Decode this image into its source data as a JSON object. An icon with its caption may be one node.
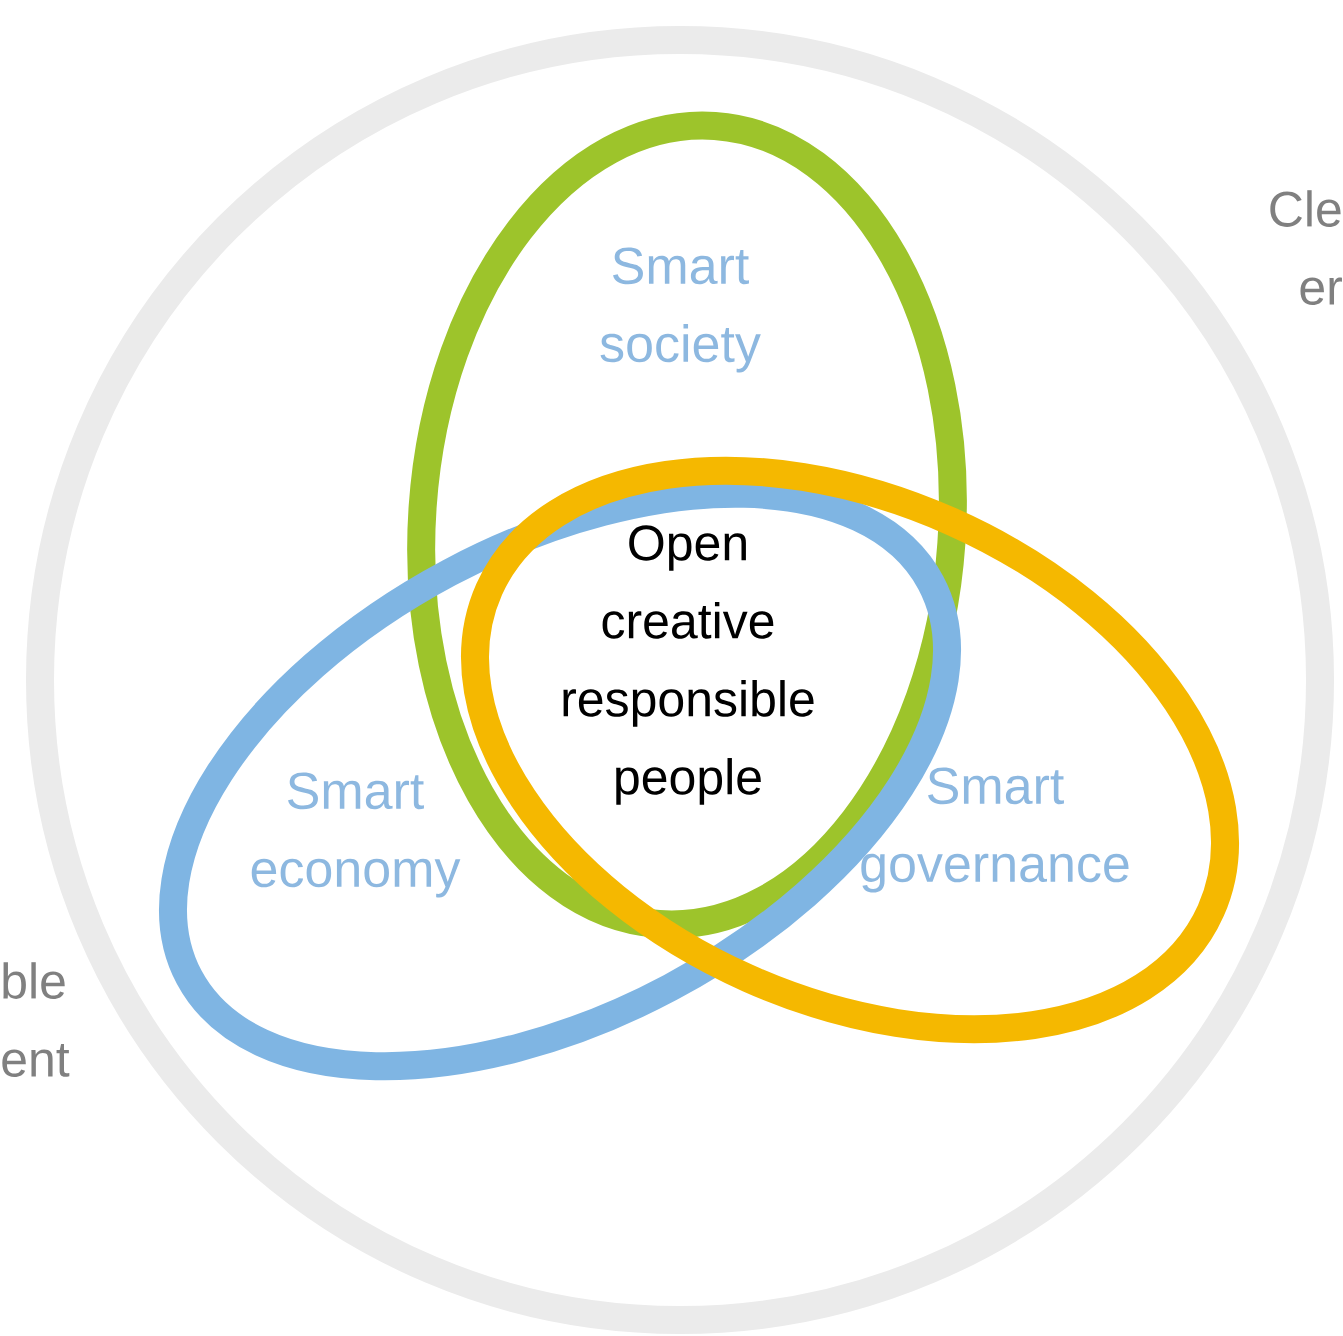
{
  "diagram": {
    "nodes": [
      {
        "text": [
          "Smart society"
        ]
      },
      {
        "text": [
          "Smart economy"
        ]
      },
      {
        "text": [
          "Smart governance"
        ]
      }
    ],
    "labels": [
      "Cle er",
      "Open creative responsible people",
      "ble ent"
    ]
  }
}
